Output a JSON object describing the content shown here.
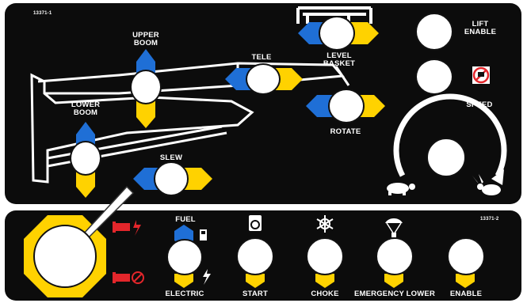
{
  "panel_top": {
    "part_number": "13371-1",
    "labels": {
      "upper_boom": "UPPER\nBOOM",
      "tele": "TELE",
      "level_basket": "LEVEL\nBASKET",
      "lower_boom": "LOWER\nBOOM",
      "slew": "SLEW",
      "rotate": "ROTATE",
      "lift_enable": "LIFT\nENABLE",
      "speed": "SPEED"
    }
  },
  "panel_bottom": {
    "part_number": "13371-2",
    "labels": {
      "fuel": "FUEL",
      "electric": "ELECTRIC",
      "start": "START",
      "choke": "CHOKE",
      "emergency_lower": "EMERGENCY LOWER",
      "enable": "ENABLE"
    }
  },
  "colors": {
    "panel": "#0c0c0c",
    "yellow": "#ffd200",
    "blue": "#1f6fd6",
    "red": "#e3262b",
    "button": "#ffffff"
  },
  "icons": [
    "turtle-icon",
    "rabbit-icon",
    "no-climb-icon",
    "fuel-pump-icon",
    "key-icon",
    "snowflake-icon",
    "parachute-icon",
    "spark-icon",
    "no-spark-icon",
    "lightning-icon"
  ]
}
